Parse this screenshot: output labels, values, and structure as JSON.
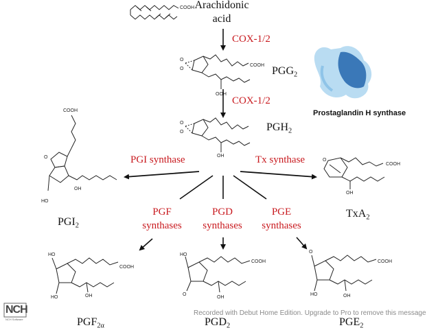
{
  "compounds": {
    "arachidonic_line1": "Arachidonic",
    "arachidonic_line2": "acid",
    "arachidonic_group": "COOH",
    "pgg2": "PGG",
    "pgg2_sub": "2",
    "pgh2": "PGH",
    "pgh2_sub": "2",
    "pgi2": "PGI",
    "pgi2_sub": "2",
    "txa2": "TxA",
    "txa2_sub": "2",
    "pgf2a": "PGF",
    "pgf2a_sub": "2α",
    "pgd2": "PGD",
    "pgd2_sub": "2",
    "pge2": "PGE",
    "pge2_sub": "2"
  },
  "enzymes": {
    "cox1": "COX-1/2",
    "cox2": "COX-1/2",
    "pgi": "PGI synthase",
    "tx": "Tx synthase",
    "pgf_line1": "PGF",
    "pgf_line2": "synthases",
    "pgd_line1": "PGD",
    "pgd_line2": "synthases",
    "pge_line1": "PGE",
    "pge_line2": "synthases"
  },
  "groups": {
    "cooh": "COOH",
    "ooh": "OOH",
    "oh": "OH",
    "ho": "HO",
    "o": "O"
  },
  "protein_label": "Prostaglandin H synthase",
  "watermark": "Recorded with Debut Home Edition. Upgrade to Pro to remove this message",
  "logo": {
    "main": "NCH",
    "sub": "NCH Software"
  },
  "colors": {
    "enzyme": "#c8191e",
    "text": "#111111",
    "arrow": "#111111",
    "protein_light": "#b9dcf2",
    "protein_dark": "#3a78b8"
  }
}
